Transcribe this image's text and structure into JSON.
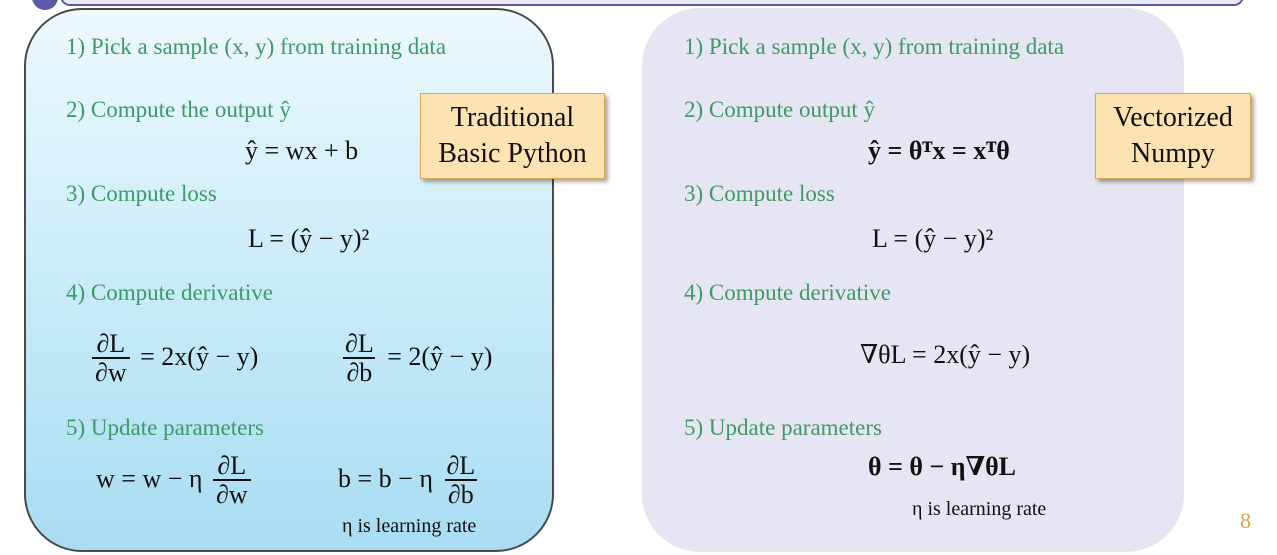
{
  "left": {
    "step1": "1) Pick a sample (x, y) from training data",
    "step2": "2) Compute the output ŷ",
    "eq_output": "ŷ = wx + b",
    "step3": "3) Compute loss",
    "eq_loss": "L = (ŷ − y)²",
    "step4": "4) Compute derivative",
    "eq_dw_lhs_num": "∂L",
    "eq_dw_lhs_den": "∂w",
    "eq_dw_rhs": "= 2x(ŷ − y)",
    "eq_db_lhs_num": "∂L",
    "eq_db_lhs_den": "∂b",
    "eq_db_rhs": "= 2(ŷ − y)",
    "step5": "5) Update parameters",
    "eq_w_update": "w = w − η",
    "eq_b_update": "b = b − η",
    "note": "η is learning rate",
    "tag_line1": "Traditional",
    "tag_line2": "Basic Python"
  },
  "right": {
    "step1": "1) Pick a sample (x, y) from training data",
    "step2": "2) Compute output ŷ",
    "eq_output": "ŷ = θᵀx = xᵀθ",
    "step3": "3) Compute loss",
    "eq_loss": "L = (ŷ − y)²",
    "step4": "4) Compute derivative",
    "eq_grad": "∇θL = 2x(ŷ − y)",
    "step5": "5) Update parameters",
    "eq_update": "θ = θ − η∇θL",
    "note": "η  is learning rate",
    "tag_line1": "Vectorized",
    "tag_line2": "Numpy"
  },
  "page_number": "8"
}
